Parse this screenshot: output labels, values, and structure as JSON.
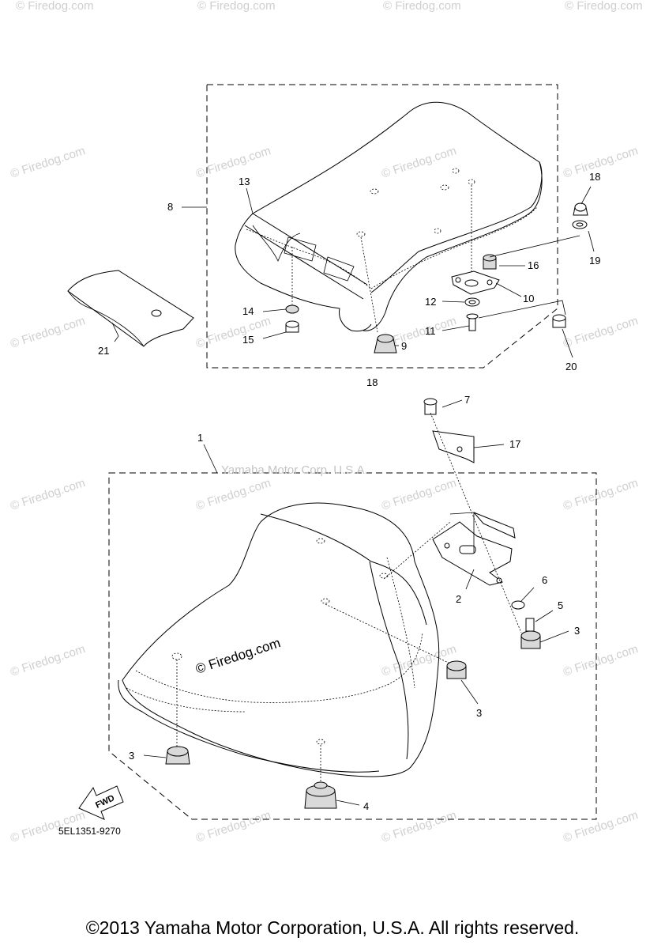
{
  "watermarks": {
    "site": "© Firedog.com",
    "corporation": "Yamaha Motor Corp. U.S.A."
  },
  "diagram_code": "5EL1351-9270",
  "fwd_label": "FWD",
  "copyright": "©2013 Yamaha Motor Corporation, U.S.A. All rights reserved.",
  "callouts": {
    "p1": "1",
    "p2": "2",
    "p3a": "3",
    "p3b": "3",
    "p3c": "3",
    "p4": "4",
    "p5": "5",
    "p6": "6",
    "p7": "7",
    "p8": "8",
    "p9": "9",
    "p10": "10",
    "p11": "11",
    "p12": "12",
    "p13": "13",
    "p14": "14",
    "p15": "15",
    "p16": "16",
    "p17": "17",
    "p18a": "18",
    "p18b": "18",
    "p19": "19",
    "p20": "20",
    "p21": "21"
  }
}
